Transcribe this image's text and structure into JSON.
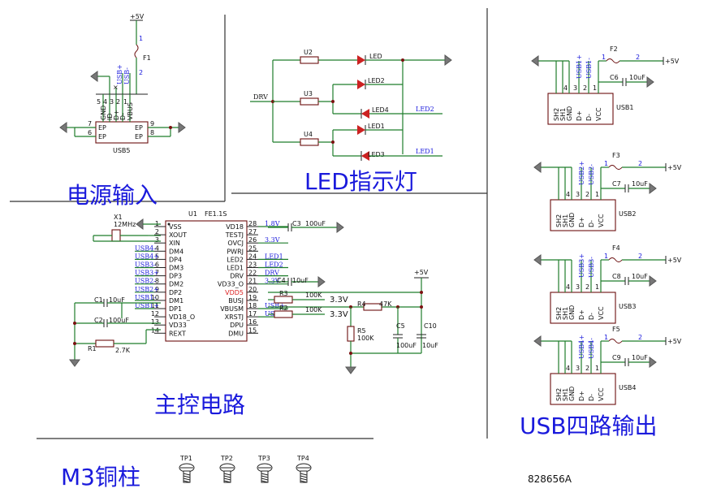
{
  "sections": {
    "power_input": "电源输入",
    "led": "LED指示灯",
    "main_ctrl": "主控电路",
    "usb_out": "USB四路输出",
    "m3": "M3铜柱"
  },
  "colors": {
    "title": "#1a1adc",
    "wire": "#1f7d2b",
    "part": "#6b0f0f",
    "led": "#cc2222"
  },
  "power": {
    "vcc": "+5V",
    "fuse": "F1",
    "conn": "USB5",
    "pins_top": [
      "GND",
      "ID",
      "D+",
      "D-",
      "VBUS"
    ],
    "pin_nums_top": [
      "5",
      "4",
      "3",
      "2",
      "1"
    ],
    "nets_top": [
      "USB+",
      "USB-"
    ],
    "ep_left": [
      {
        "n": "7",
        "l": "EP"
      },
      {
        "n": "6",
        "l": "EP"
      }
    ],
    "ep_right": [
      {
        "n": "9",
        "l": "EP"
      },
      {
        "n": "8",
        "l": "EP"
      }
    ],
    "fuse_pins": [
      "1",
      "2"
    ]
  },
  "led": {
    "drv": "DRV",
    "r": [
      "U2",
      "U3",
      "U4"
    ],
    "d": [
      "LED",
      "LED2",
      "LED4",
      "LED1",
      "LED3"
    ],
    "nets": [
      "LED2",
      "LED1"
    ]
  },
  "main": {
    "ref": "U1",
    "part": "FE1.1S",
    "crystal_ref": "X1",
    "crystal_val": "12MHz",
    "left_pins": [
      {
        "n": "1",
        "name": "VSS"
      },
      {
        "n": "2",
        "name": "XOUT"
      },
      {
        "n": "3",
        "name": "XIN"
      },
      {
        "n": "4",
        "name": "DM4"
      },
      {
        "n": "5",
        "name": "DP4"
      },
      {
        "n": "6",
        "name": "DM3"
      },
      {
        "n": "7",
        "name": "DP3"
      },
      {
        "n": "8",
        "name": "DM2"
      },
      {
        "n": "9",
        "name": "DP2"
      },
      {
        "n": "10",
        "name": "DM1"
      },
      {
        "n": "11",
        "name": "DP1"
      },
      {
        "n": "12",
        "name": "VD18_O"
      },
      {
        "n": "13",
        "name": "VD33"
      },
      {
        "n": "14",
        "name": "REXT"
      }
    ],
    "right_pins": [
      {
        "n": "28",
        "name": "VD18"
      },
      {
        "n": "27",
        "name": "TESTJ"
      },
      {
        "n": "26",
        "name": "OVCJ"
      },
      {
        "n": "25",
        "name": "PWRJ"
      },
      {
        "n": "24",
        "name": "LED2"
      },
      {
        "n": "23",
        "name": "LED1"
      },
      {
        "n": "22",
        "name": "DRV"
      },
      {
        "n": "21",
        "name": "VD33_O"
      },
      {
        "n": "20",
        "name": "VDD5"
      },
      {
        "n": "19",
        "name": "BUSJ"
      },
      {
        "n": "18",
        "name": "VBUSM"
      },
      {
        "n": "17",
        "name": "XRSTJ"
      },
      {
        "n": "16",
        "name": "DPU"
      },
      {
        "n": "15",
        "name": "DMU"
      }
    ],
    "left_nets": [
      "USB4-",
      "USB4+",
      "USB3-",
      "USB3+",
      "USB2-",
      "USB2+",
      "USB1-",
      "USB1+"
    ],
    "right_nets": [
      "1.8V",
      "3.3V",
      "LED1",
      "LED2",
      "DRV",
      "3.3V",
      "",
      "",
      "",
      "",
      "USB+",
      "USB-"
    ],
    "caps": [
      {
        "ref": "C1",
        "val": "10uF"
      },
      {
        "ref": "C2",
        "val": "100uF"
      },
      {
        "ref": "C3",
        "val": "100uF"
      },
      {
        "ref": "C4",
        "val": "10uF"
      },
      {
        "ref": "C5",
        "val": "100uF"
      },
      {
        "ref": "C10",
        "val": "10uF"
      }
    ],
    "res": [
      {
        "ref": "R1",
        "val": "2.7K"
      },
      {
        "ref": "R3",
        "val": "100K"
      },
      {
        "ref": "R2",
        "val": "100K"
      },
      {
        "ref": "R4",
        "val": "47K"
      },
      {
        "ref": "R5",
        "val": "100K"
      }
    ],
    "v33": [
      "3.3V",
      "3.3V"
    ],
    "vcc": "+5V"
  },
  "usb_out": [
    {
      "ref": "USB1",
      "fuse": "F2",
      "cap": "C6",
      "cap_val": "10uF",
      "dp": "USB1+",
      "dm": "USB1-",
      "vcc": "+5V"
    },
    {
      "ref": "USB2",
      "fuse": "F3",
      "cap": "C7",
      "cap_val": "10uF",
      "dp": "USB2+",
      "dm": "USB2-",
      "vcc": "+5V"
    },
    {
      "ref": "USB3",
      "fuse": "F4",
      "cap": "C8",
      "cap_val": "10uF",
      "dp": "USB3+",
      "dm": "USB3-",
      "vcc": "+5V"
    },
    {
      "ref": "USB4",
      "fuse": "F5",
      "cap": "C9",
      "cap_val": "10uF",
      "dp": "USB4+",
      "dm": "USB4-",
      "vcc": "+5V"
    }
  ],
  "usb_pins": [
    "SH2",
    "SH1",
    "GND",
    "D+",
    "D-",
    "VCC"
  ],
  "usb_pin_nums": [
    "4",
    "3",
    "2",
    "1"
  ],
  "fuse_pins": [
    "1",
    "2"
  ],
  "tps": [
    "TP1",
    "TP2",
    "TP3",
    "TP4"
  ],
  "footer": "828656A"
}
